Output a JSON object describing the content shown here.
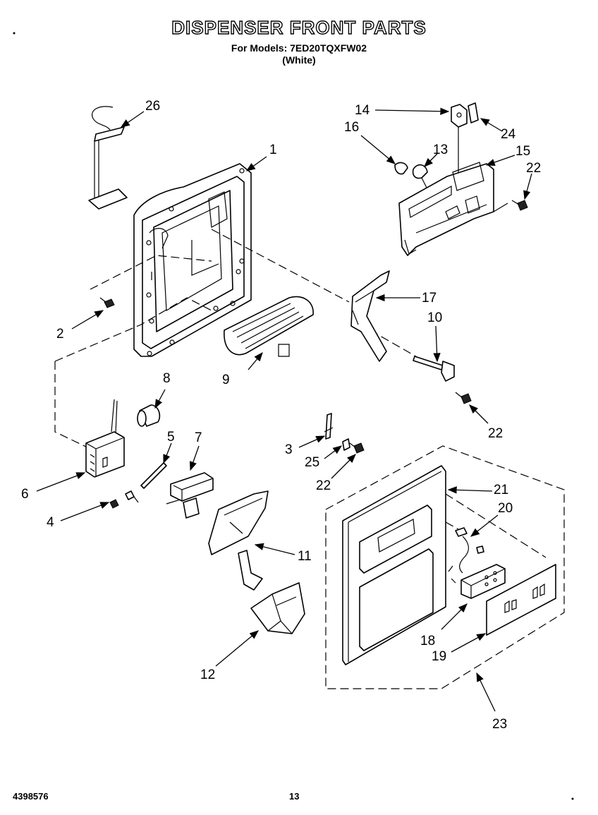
{
  "header": {
    "title": "DISPENSER FRONT PARTS",
    "models_line": "For Models: 7ED20TQXFW02",
    "color_line": "(White)"
  },
  "callouts": [
    "1",
    "2",
    "3",
    "4",
    "5",
    "6",
    "7",
    "8",
    "9",
    "10",
    "11",
    "12",
    "13",
    "14",
    "15",
    "16",
    "17",
    "18",
    "19",
    "20",
    "21",
    "22",
    "22",
    "22",
    "23",
    "24",
    "25",
    "26"
  ],
  "footer": {
    "doc_number": "4398576",
    "page_number": "13"
  }
}
